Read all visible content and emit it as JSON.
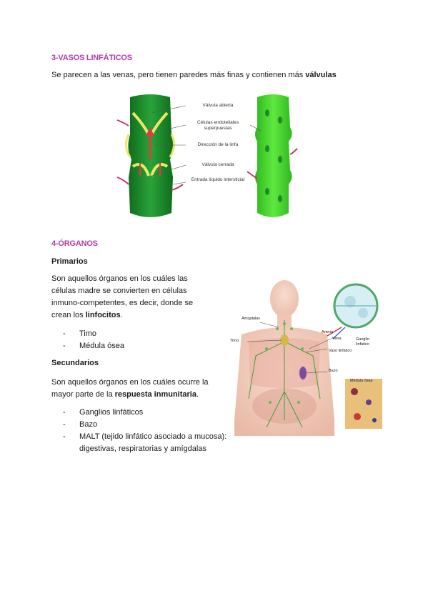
{
  "section3": {
    "heading": "3-VASOS LINFÁTICOS",
    "intro_a": "Se parecen a las venas, pero tienen paredes más finas y contienen más ",
    "intro_b": "válvulas",
    "figure_labels": {
      "open_valve": "Válvula abierta",
      "endothelial": "Células endoteliales superpuestas",
      "direction": "Dirección de la linfa",
      "closed_valve": "Válvula cerrada",
      "entry": "Entrada líquido intersticial"
    }
  },
  "section4": {
    "heading": "4-ÓRGANOS",
    "primary": {
      "title": "Primarios",
      "text_a": "Son aquellos órganos en los cuáles las células madre se convierten en células inmuno-competentes, es decir, donde se crean los ",
      "text_b": "linfocitos",
      "text_c": ".",
      "items": [
        "Timo",
        "Médula ósea"
      ]
    },
    "secondary": {
      "title": "Secundarios",
      "text_a": "Son aquellos órganos en los cuáles ocurre la mayor parte de la ",
      "text_b": "respuesta inmunitaria",
      "text_c": ".",
      "items": [
        "Ganglios linfáticos",
        "Bazo",
        "MALT (tejido linfático asociado a mucosa): digestivas, respiratorias y amígdalas"
      ]
    },
    "figure_labels": {
      "amigdalas": "Amígdalas",
      "timo": "Timo",
      "arteria": "Arteria",
      "vena": "Vena",
      "ganglio": "Ganglio linfático",
      "vaso": "Vaso linfático",
      "bazo": "Bazo",
      "medula": "Médula ósea"
    }
  },
  "list_dash": "-",
  "colors": {
    "heading": "#b03cae",
    "vessel_dark": "#1f8a2a",
    "vessel_bright": "#3fd12c"
  }
}
